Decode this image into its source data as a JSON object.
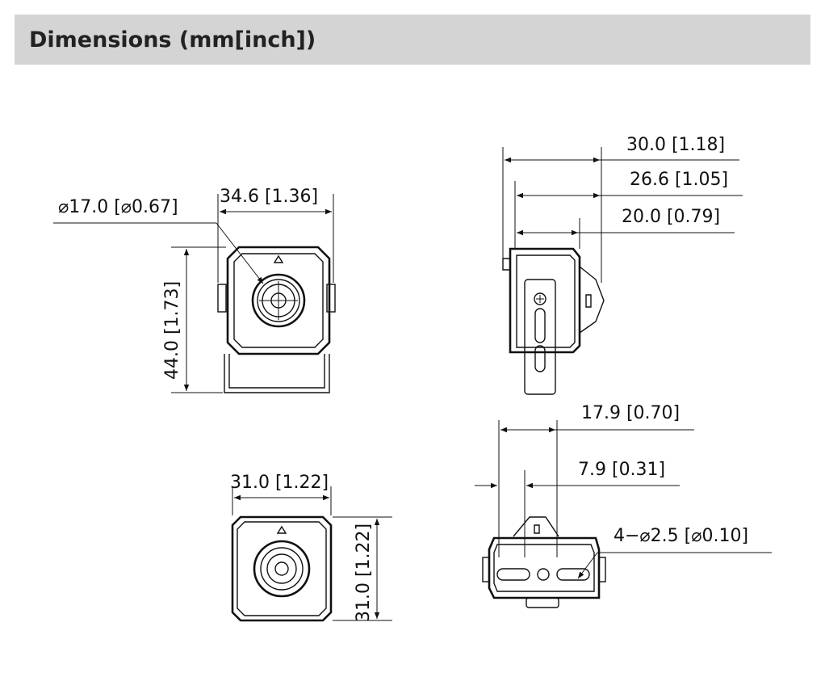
{
  "title": "Dimensions (mm[inch])",
  "views": {
    "front": {
      "lens_diameter": "⌀17.0 [⌀0.67]",
      "width": "34.6 [1.36]",
      "height": "44.0 [1.73]"
    },
    "side": {
      "depth_total": "30.0 [1.18]",
      "depth_mid": "26.6 [1.05]",
      "depth_body": "20.0 [0.79]"
    },
    "front_no_bracket": {
      "width": "31.0 [1.22]",
      "height": "31.0 [1.22]"
    },
    "bottom": {
      "span_outer": "17.9 [0.70]",
      "span_inner": "7.9 [0.31]",
      "holes": "4−⌀2.5 [⌀0.10]"
    }
  },
  "colors": {
    "title_background": "#d4d4d4",
    "line": "#111111"
  }
}
